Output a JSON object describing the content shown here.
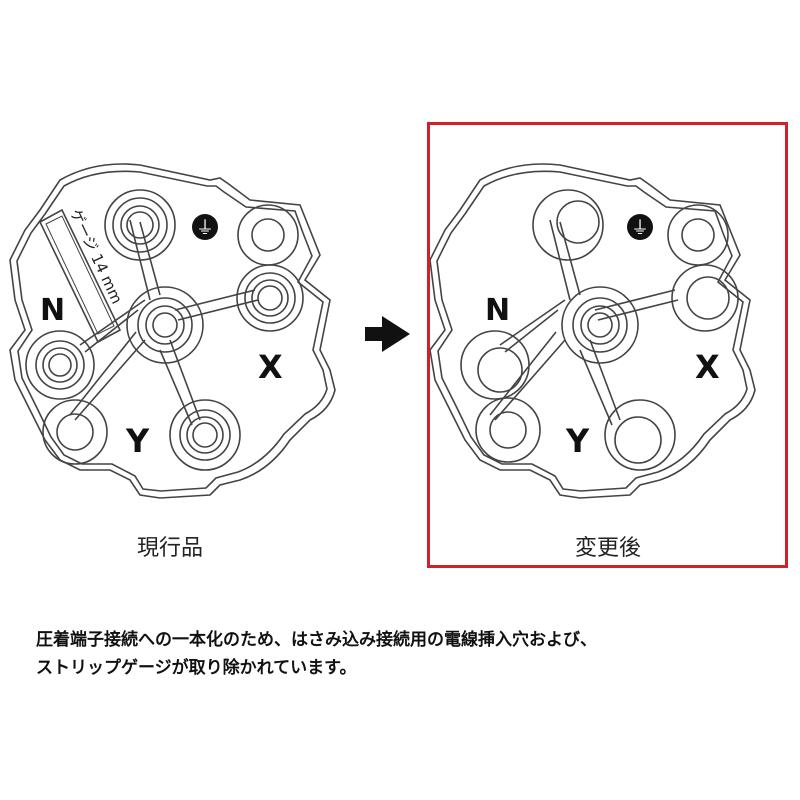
{
  "panels": {
    "current": {
      "label": "現行品"
    },
    "after": {
      "label": "変更後"
    }
  },
  "terminal_marks": {
    "n": "N",
    "x": "X",
    "y": "Y",
    "ground": "⏚"
  },
  "strip_gauge": {
    "text": "ゲージ 14 mm"
  },
  "arrow": {
    "icon": "right-arrow-icon"
  },
  "caption": {
    "line1": "圧着端子接続への一本化のため、はさみ込み接続用の電線挿入穴および、",
    "line2": "ストリップゲージが取り除かれています。"
  },
  "colors": {
    "frame": "#d0202a",
    "line": "#444444"
  }
}
